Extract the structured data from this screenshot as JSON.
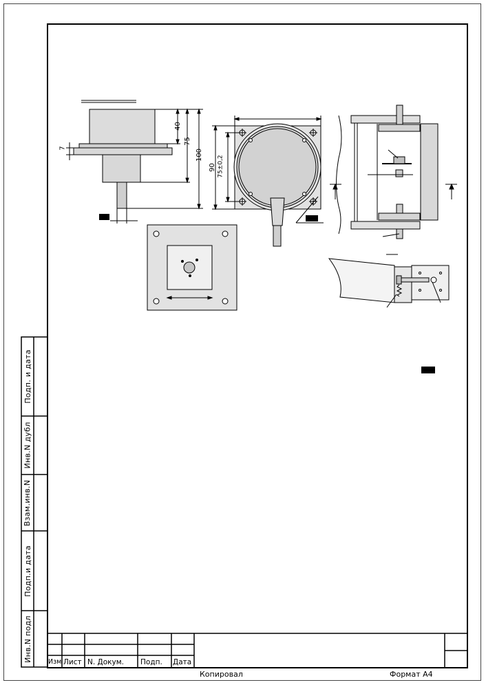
{
  "side_stamp": {
    "sign_date_1": "Подп.  и  дата",
    "inv_dup": "Инв.N дубл",
    "replace_inv": "Взам.инв.N",
    "sign_date_2": "Подп.и дата",
    "inv_orig": "Инв.N подл"
  },
  "title_block": {
    "izm": "Изм",
    "list": "Лист",
    "doc_no": "N. Докум.",
    "sign": "Подп.",
    "date": "Дата"
  },
  "footer": {
    "copied": "Копировал",
    "format": "Формат  А4"
  },
  "dimensions": {
    "d40": "40",
    "d75": "75",
    "d100": "100",
    "d7": "7",
    "d90": "90",
    "d75tol": "75±0,2"
  }
}
